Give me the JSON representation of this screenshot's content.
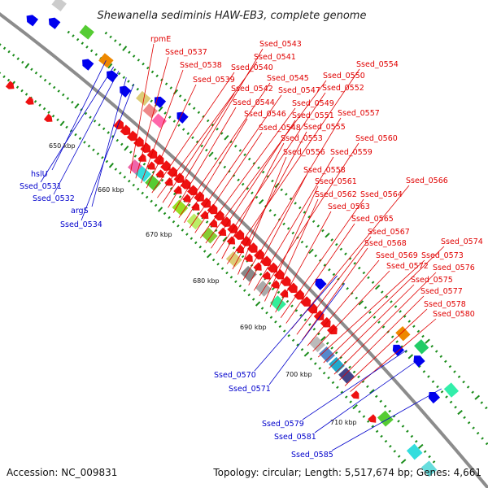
{
  "title": "Shewanella sediminis HAW-EB3, complete genome",
  "footer": {
    "accession": "Accession: NC_009831",
    "summary": "Topology: circular; Length: 5,517,674 bp; Genes: 4,661"
  },
  "colors": {
    "forward": "#ee1111",
    "reverse": "#0000ee",
    "backbone": "#8c8c8c",
    "tick": "#1a8c1a",
    "label_forward": "#e00000",
    "label_reverse": "#0000cc"
  },
  "kbp_ticks": [
    "650 kbp",
    "660 kbp",
    "670 kbp",
    "680 kbp",
    "690 kbp",
    "700 kbp",
    "710 kbp"
  ],
  "labels_forward": [
    "rpmE",
    "Ssed_0537",
    "Ssed_0538",
    "Ssed_0539",
    "Ssed_0540",
    "Ssed_0541",
    "Ssed_0542",
    "Ssed_0543",
    "Ssed_0544",
    "Ssed_0545",
    "Ssed_0546",
    "Ssed_0547",
    "Ssed_0548",
    "Ssed_0549",
    "Ssed_0550",
    "Ssed_0551",
    "Ssed_0552",
    "Ssed_0553",
    "Ssed_0554",
    "Ssed_0555",
    "Ssed_0556",
    "Ssed_0557",
    "Ssed_0558",
    "Ssed_0559",
    "Ssed_0560",
    "Ssed_0561",
    "Ssed_0562",
    "Ssed_0563",
    "Ssed_0564",
    "Ssed_0565",
    "Ssed_0566",
    "Ssed_0567",
    "Ssed_0568",
    "Ssed_0569",
    "Ssed_0572",
    "Ssed_0573",
    "Ssed_0574",
    "Ssed_0575",
    "Ssed_0576",
    "Ssed_0577",
    "Ssed_0578",
    "Ssed_0580"
  ],
  "labels_reverse": [
    "hslU",
    "Ssed_0531",
    "Ssed_0532",
    "argS",
    "Ssed_0534",
    "Ssed_0570",
    "Ssed_0571",
    "Ssed_0579",
    "Ssed_0581",
    "Ssed_0585"
  ]
}
